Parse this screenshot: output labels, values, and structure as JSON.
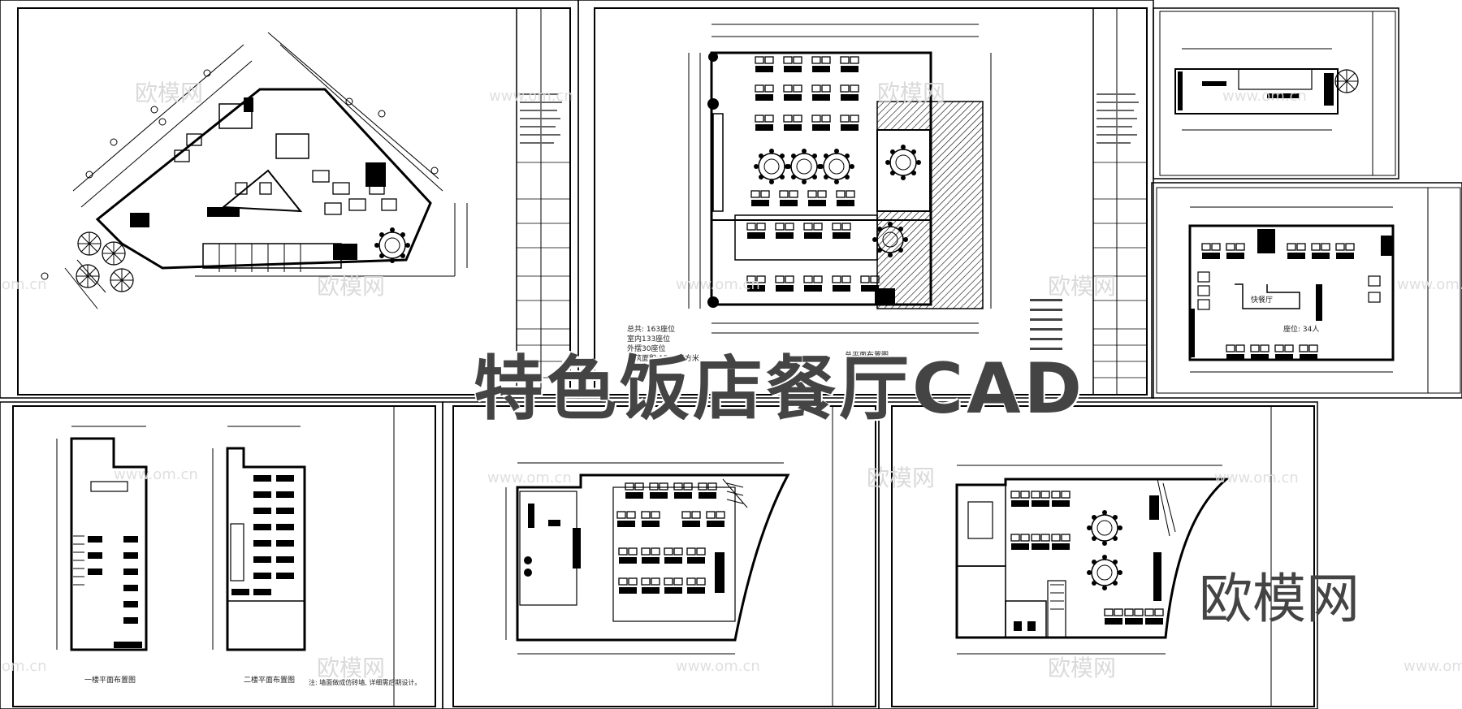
{
  "overlay": {
    "title": "特色饭店餐厅CAD",
    "brand": "欧模网"
  },
  "watermarks": {
    "site": "www.om.cn",
    "site_short": "om.cn",
    "brand": "欧模网"
  },
  "sheets": {
    "top_middle": {
      "title_block_label": "总平面布置图",
      "stats": [
        "总共: 163座位",
        "室内133座位",
        "外摆30座位",
        "建筑面积:1550平方米"
      ]
    },
    "top_right": {
      "area_label": "快餐厅",
      "seats_label": "座位: 34人"
    },
    "bottom_left": {
      "plan_1": "一楼平面布置图",
      "plan_2": "二楼平面布置图",
      "note": "注: 墙面做成仿砖墙, 详细需后期设计。"
    }
  },
  "colors": {
    "line": "#000000",
    "overlay_text": "#444444",
    "watermark": "#d6d6d6"
  }
}
